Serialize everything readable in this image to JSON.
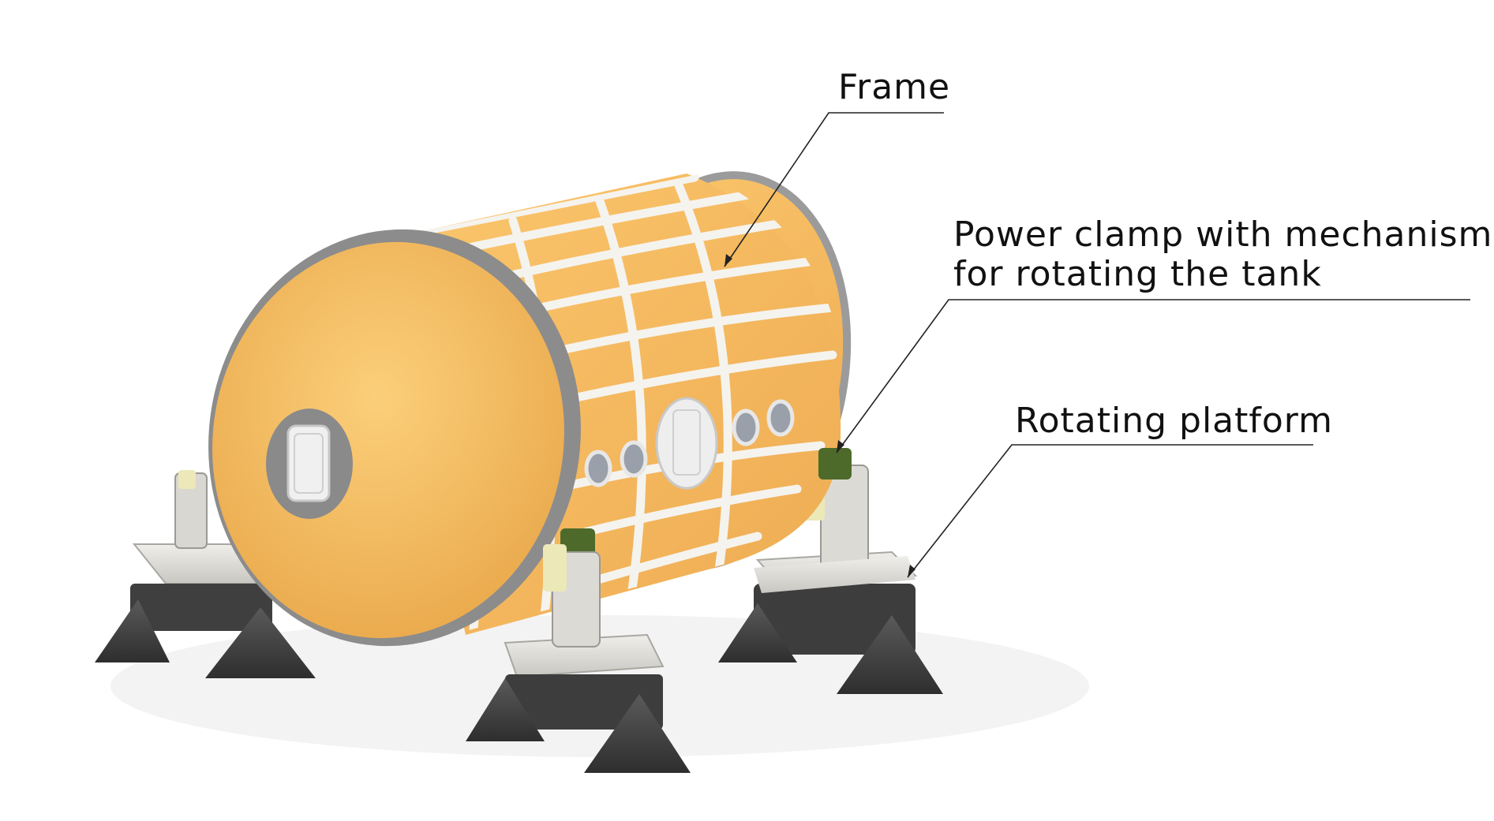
{
  "labels": {
    "frame": "Frame",
    "clamp_line1": "Power clamp with mechanism",
    "clamp_line2": "for rotating the tank",
    "platform": "Rotating platform"
  },
  "colors": {
    "tank_body": "#f7c168",
    "tank_shade": "#e9a94e",
    "tank_rim": "#8f8f8f",
    "frame_bars": "#f4f2ec",
    "platform_body": "#e3e1dc",
    "track": "#4a4a4a",
    "clamp": "#4f6b2c",
    "leader_line": "#222222",
    "port": "#9aa0aa"
  }
}
